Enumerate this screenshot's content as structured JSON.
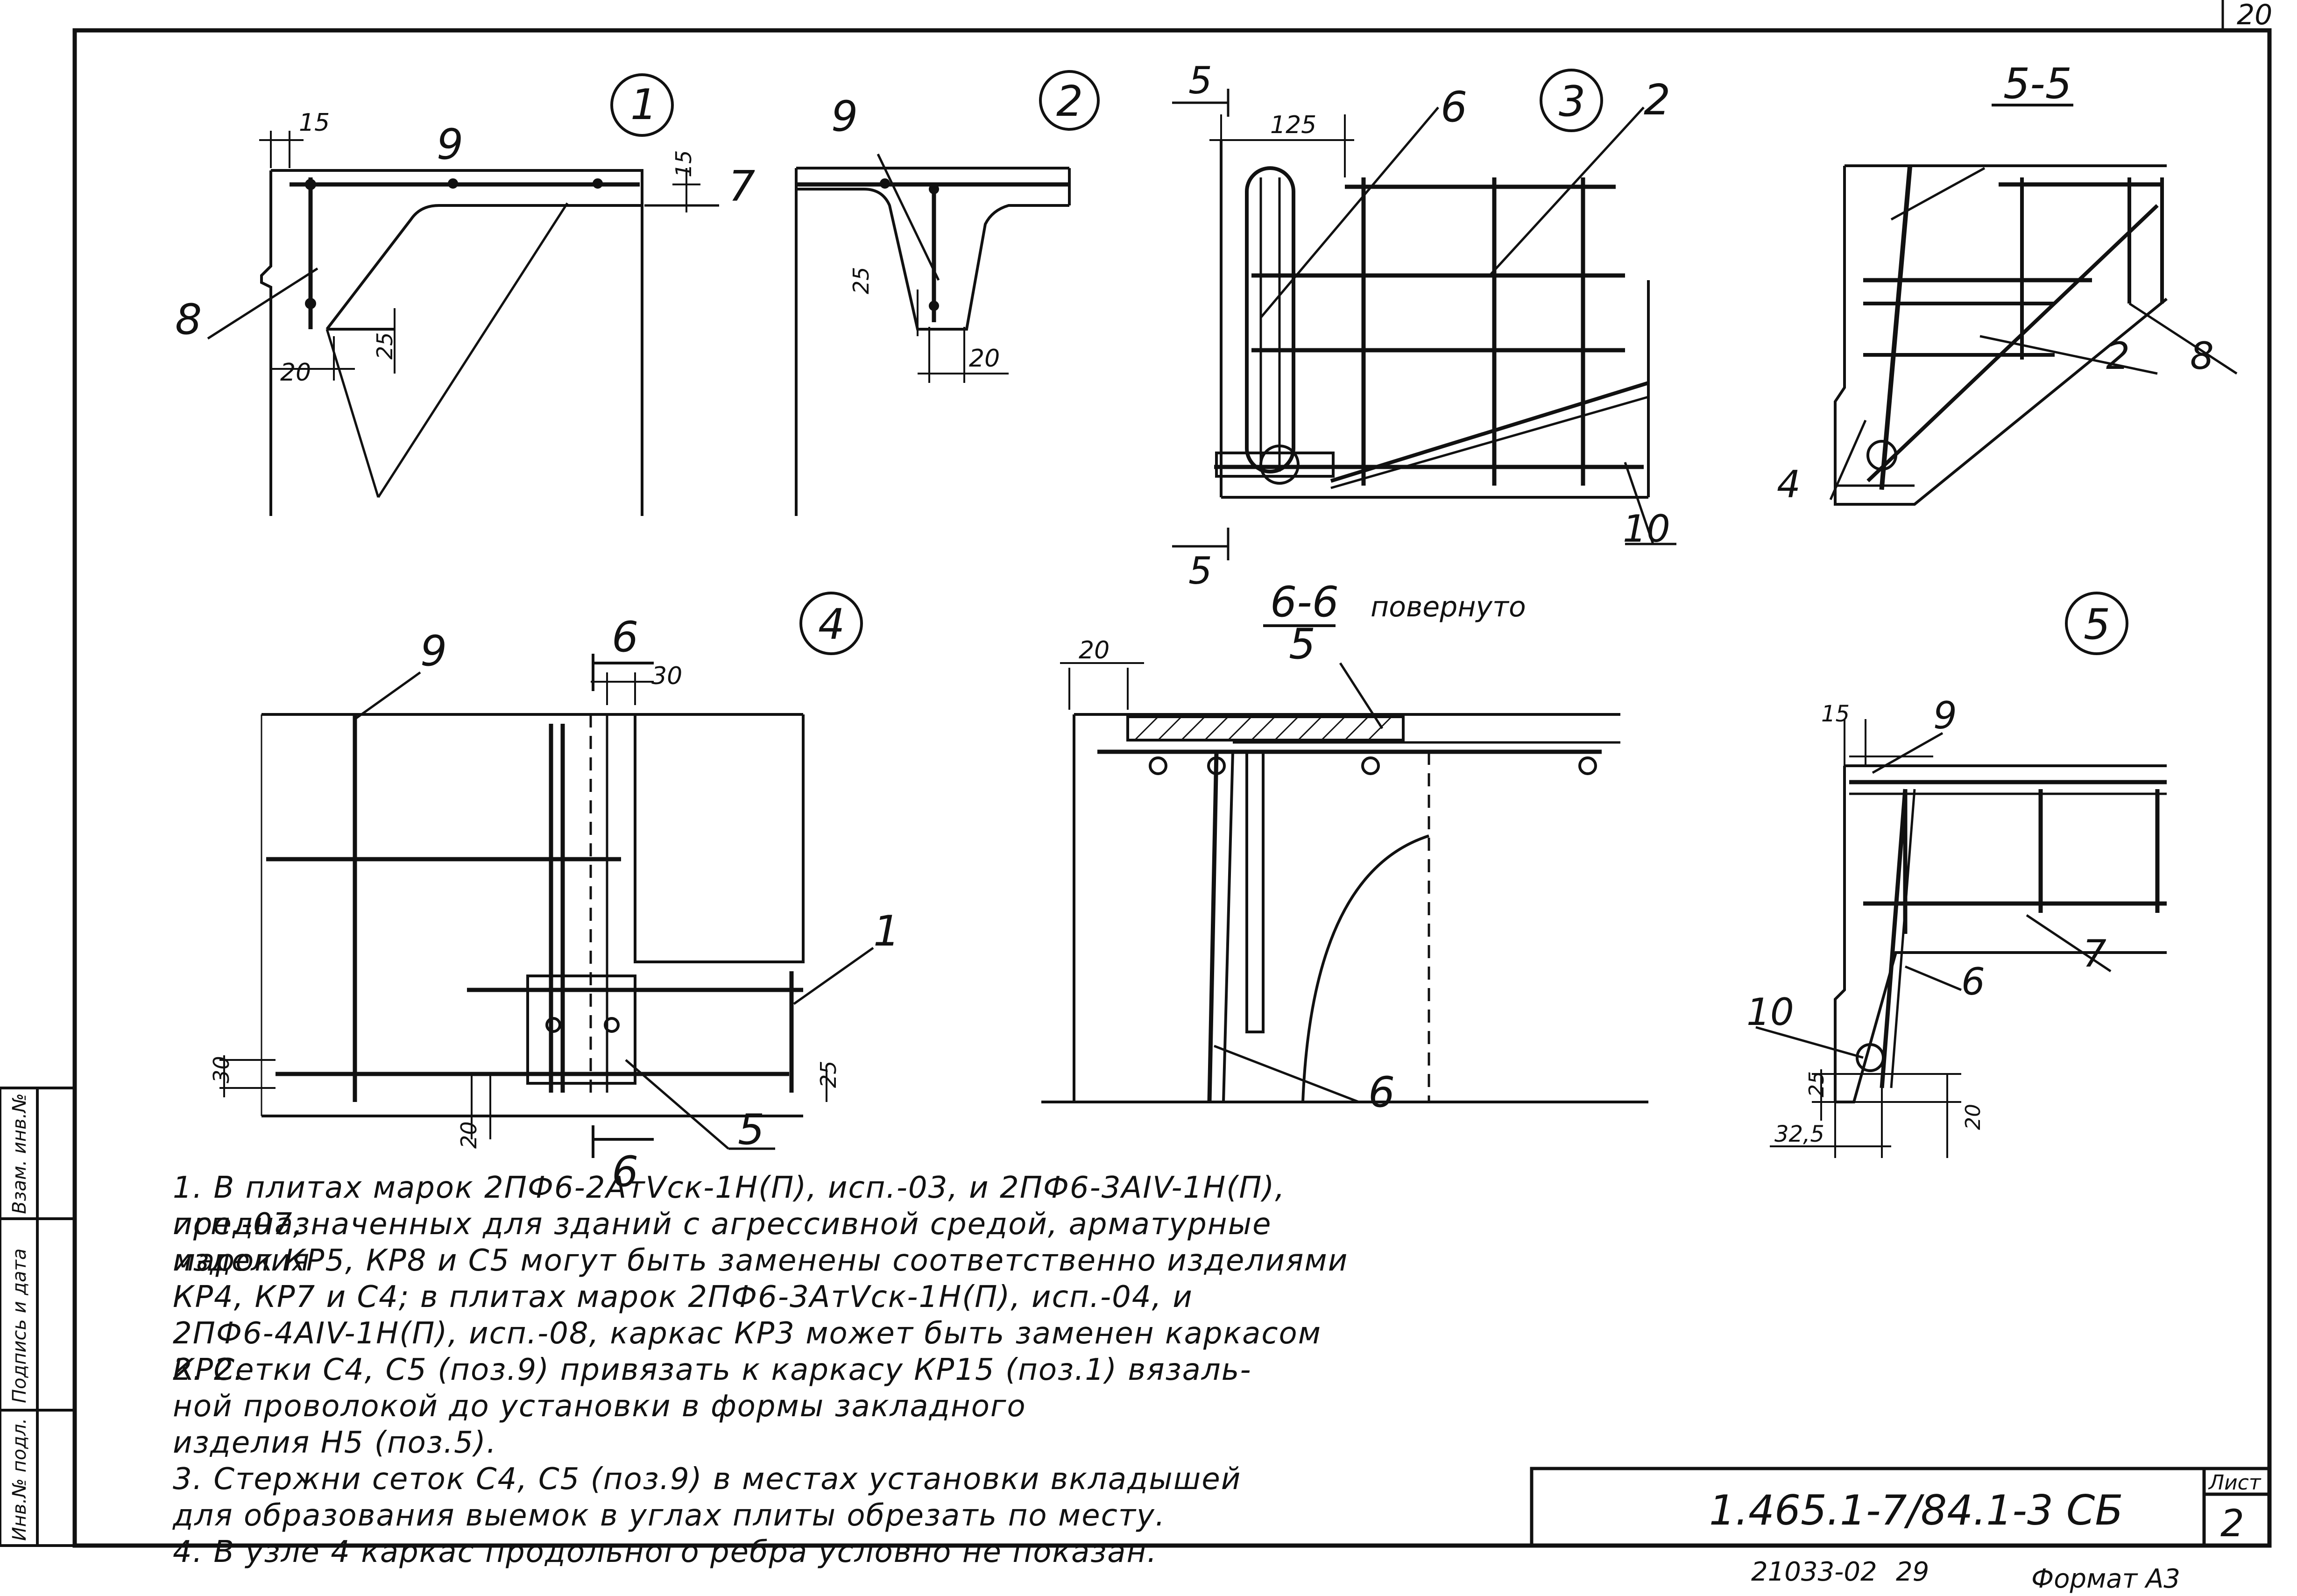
{
  "sheet_corner": "20",
  "views": {
    "node1": {
      "badge": "1",
      "labels": {
        "p9": "9",
        "p8": "8",
        "p7": "7"
      },
      "dims": {
        "d15a": "15",
        "d15b": "15",
        "d25": "25",
        "d20": "20"
      }
    },
    "node2": {
      "badge": "2",
      "labels": {
        "p9": "9"
      },
      "dims": {
        "d25": "25",
        "d20": "20"
      }
    },
    "node3": {
      "badge": "3",
      "labels": {
        "p6": "6",
        "p2": "2",
        "p10": "10"
      },
      "dims": {
        "d125": "125"
      },
      "section_marks": {
        "top": "5",
        "bottom": "5"
      }
    },
    "sec55": {
      "title": "5-5",
      "labels": {
        "p2": "2",
        "p8": "8",
        "p4": "4"
      }
    },
    "node4": {
      "badge": "4",
      "labels": {
        "p9": "9",
        "p1": "1",
        "p5": "5"
      },
      "dims": {
        "d30a": "30",
        "d30b": "30",
        "d25": "25",
        "d20": "20"
      },
      "section_marks": {
        "top": "6",
        "bottom": "6"
      }
    },
    "sec66": {
      "title": "6-6",
      "note": "повернуто",
      "labels": {
        "p5": "5",
        "p6": "6"
      },
      "dims": {
        "d20": "20"
      }
    },
    "node5": {
      "badge": "5",
      "labels": {
        "p9": "9",
        "p7": "7",
        "p6": "6",
        "p10": "10"
      },
      "dims": {
        "d15": "15",
        "d25": "25",
        "d325": "32,5",
        "d20": "20"
      }
    }
  },
  "notes": [
    "1. В плитах марок 2ПФ6-2АтVск-1Н(П), исп.-03, и 2ПФ6-3АIV-1Н(П), исп.-07,",
    "предназначенных для зданий с агрессивной средой, арматурные изделия",
    "марок КР5, КР8 и С5 могут быть заменены соответственно изделиями",
    "КР4, КР7 и С4; в плитах марок 2ПФ6-3АтVск-1Н(П), исп.-04, и",
    "2ПФ6-4АIV-1Н(П), исп.-08, каркас КР3 может быть заменен каркасом КР2.",
    "2. Сетки С4, С5 (поз.9) привязать к каркасу КР15 (поз.1) вязаль-",
    "ной проволокой до установки в формы закладного",
    "изделия Н5 (поз.5).",
    "3. Стержни сеток С4, С5 (поз.9) в местах установки вкладышей",
    "для образования выемок в углах плиты обрезать по месту.",
    "4. В узле 4 каркас продольного ребра условно не показан."
  ],
  "stamp": {
    "side_fields": [
      "Инв.№ подл.",
      "Подпись и дата",
      "Взам. инв.№"
    ],
    "doc_code": "1.465.1-7/84.1-3 СБ",
    "sheet_label": "Лист",
    "sheet_no": "2",
    "archive_no": "21033-02",
    "archive_sheet": "29",
    "format": "Формат А3"
  }
}
